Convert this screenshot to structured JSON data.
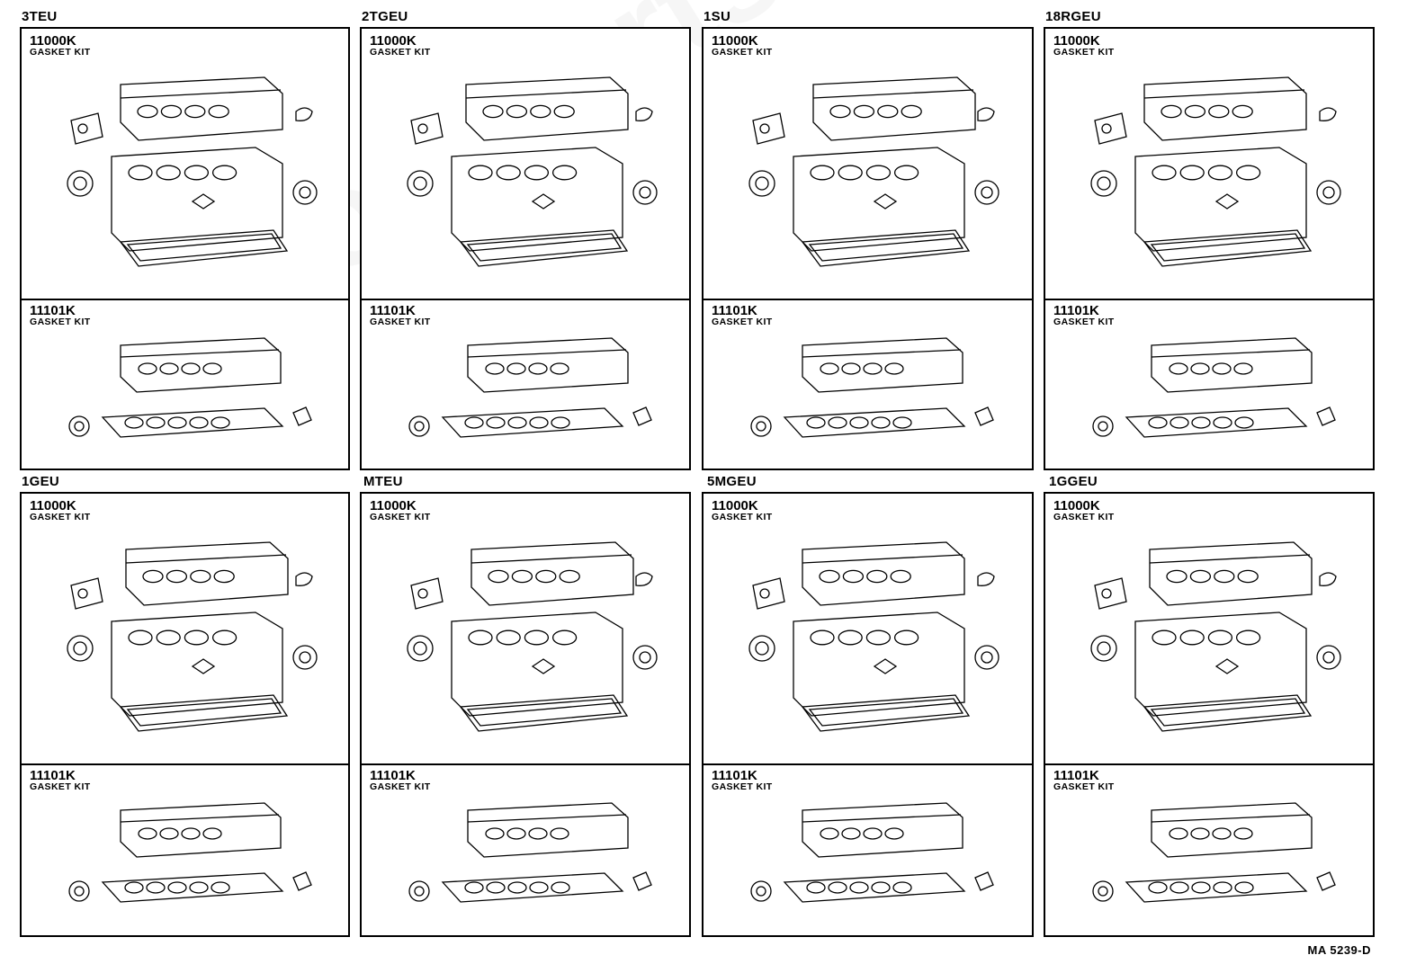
{
  "engines": [
    {
      "name": "3TEU",
      "kits": [
        {
          "part_no": "11000K",
          "kit": "GASKET KIT"
        },
        {
          "part_no": "11101K",
          "kit": "GASKET KIT"
        }
      ]
    },
    {
      "name": "2TGEU",
      "kits": [
        {
          "part_no": "11000K",
          "kit": "GASKET KIT"
        },
        {
          "part_no": "11101K",
          "kit": "GASKET KIT"
        }
      ]
    },
    {
      "name": "1SU",
      "kits": [
        {
          "part_no": "11000K",
          "kit": "GASKET KIT"
        },
        {
          "part_no": "11101K",
          "kit": "GASKET KIT"
        }
      ]
    },
    {
      "name": "18RGEU",
      "kits": [
        {
          "part_no": "11000K",
          "kit": "GASKET KIT"
        },
        {
          "part_no": "11101K",
          "kit": "GASKET KIT"
        }
      ]
    },
    {
      "name": "1GEU",
      "kits": [
        {
          "part_no": "11000K",
          "kit": "GASKET KIT"
        },
        {
          "part_no": "11101K",
          "kit": "GASKET KIT"
        }
      ]
    },
    {
      "name": "MTEU",
      "kits": [
        {
          "part_no": "11000K",
          "kit": "GASKET KIT"
        },
        {
          "part_no": "11101K",
          "kit": "GASKET KIT"
        }
      ]
    },
    {
      "name": "5MGEU",
      "kits": [
        {
          "part_no": "11000K",
          "kit": "GASKET KIT"
        },
        {
          "part_no": "11101K",
          "kit": "GASKET KIT"
        }
      ]
    },
    {
      "name": "1GGEU",
      "kits": [
        {
          "part_no": "11000K",
          "kit": "GASKET KIT"
        },
        {
          "part_no": "11101K",
          "kit": "GASKET KIT"
        }
      ]
    }
  ],
  "reference_code": "MA  5239-D",
  "watermark": "ToyotaPartsAlliance"
}
